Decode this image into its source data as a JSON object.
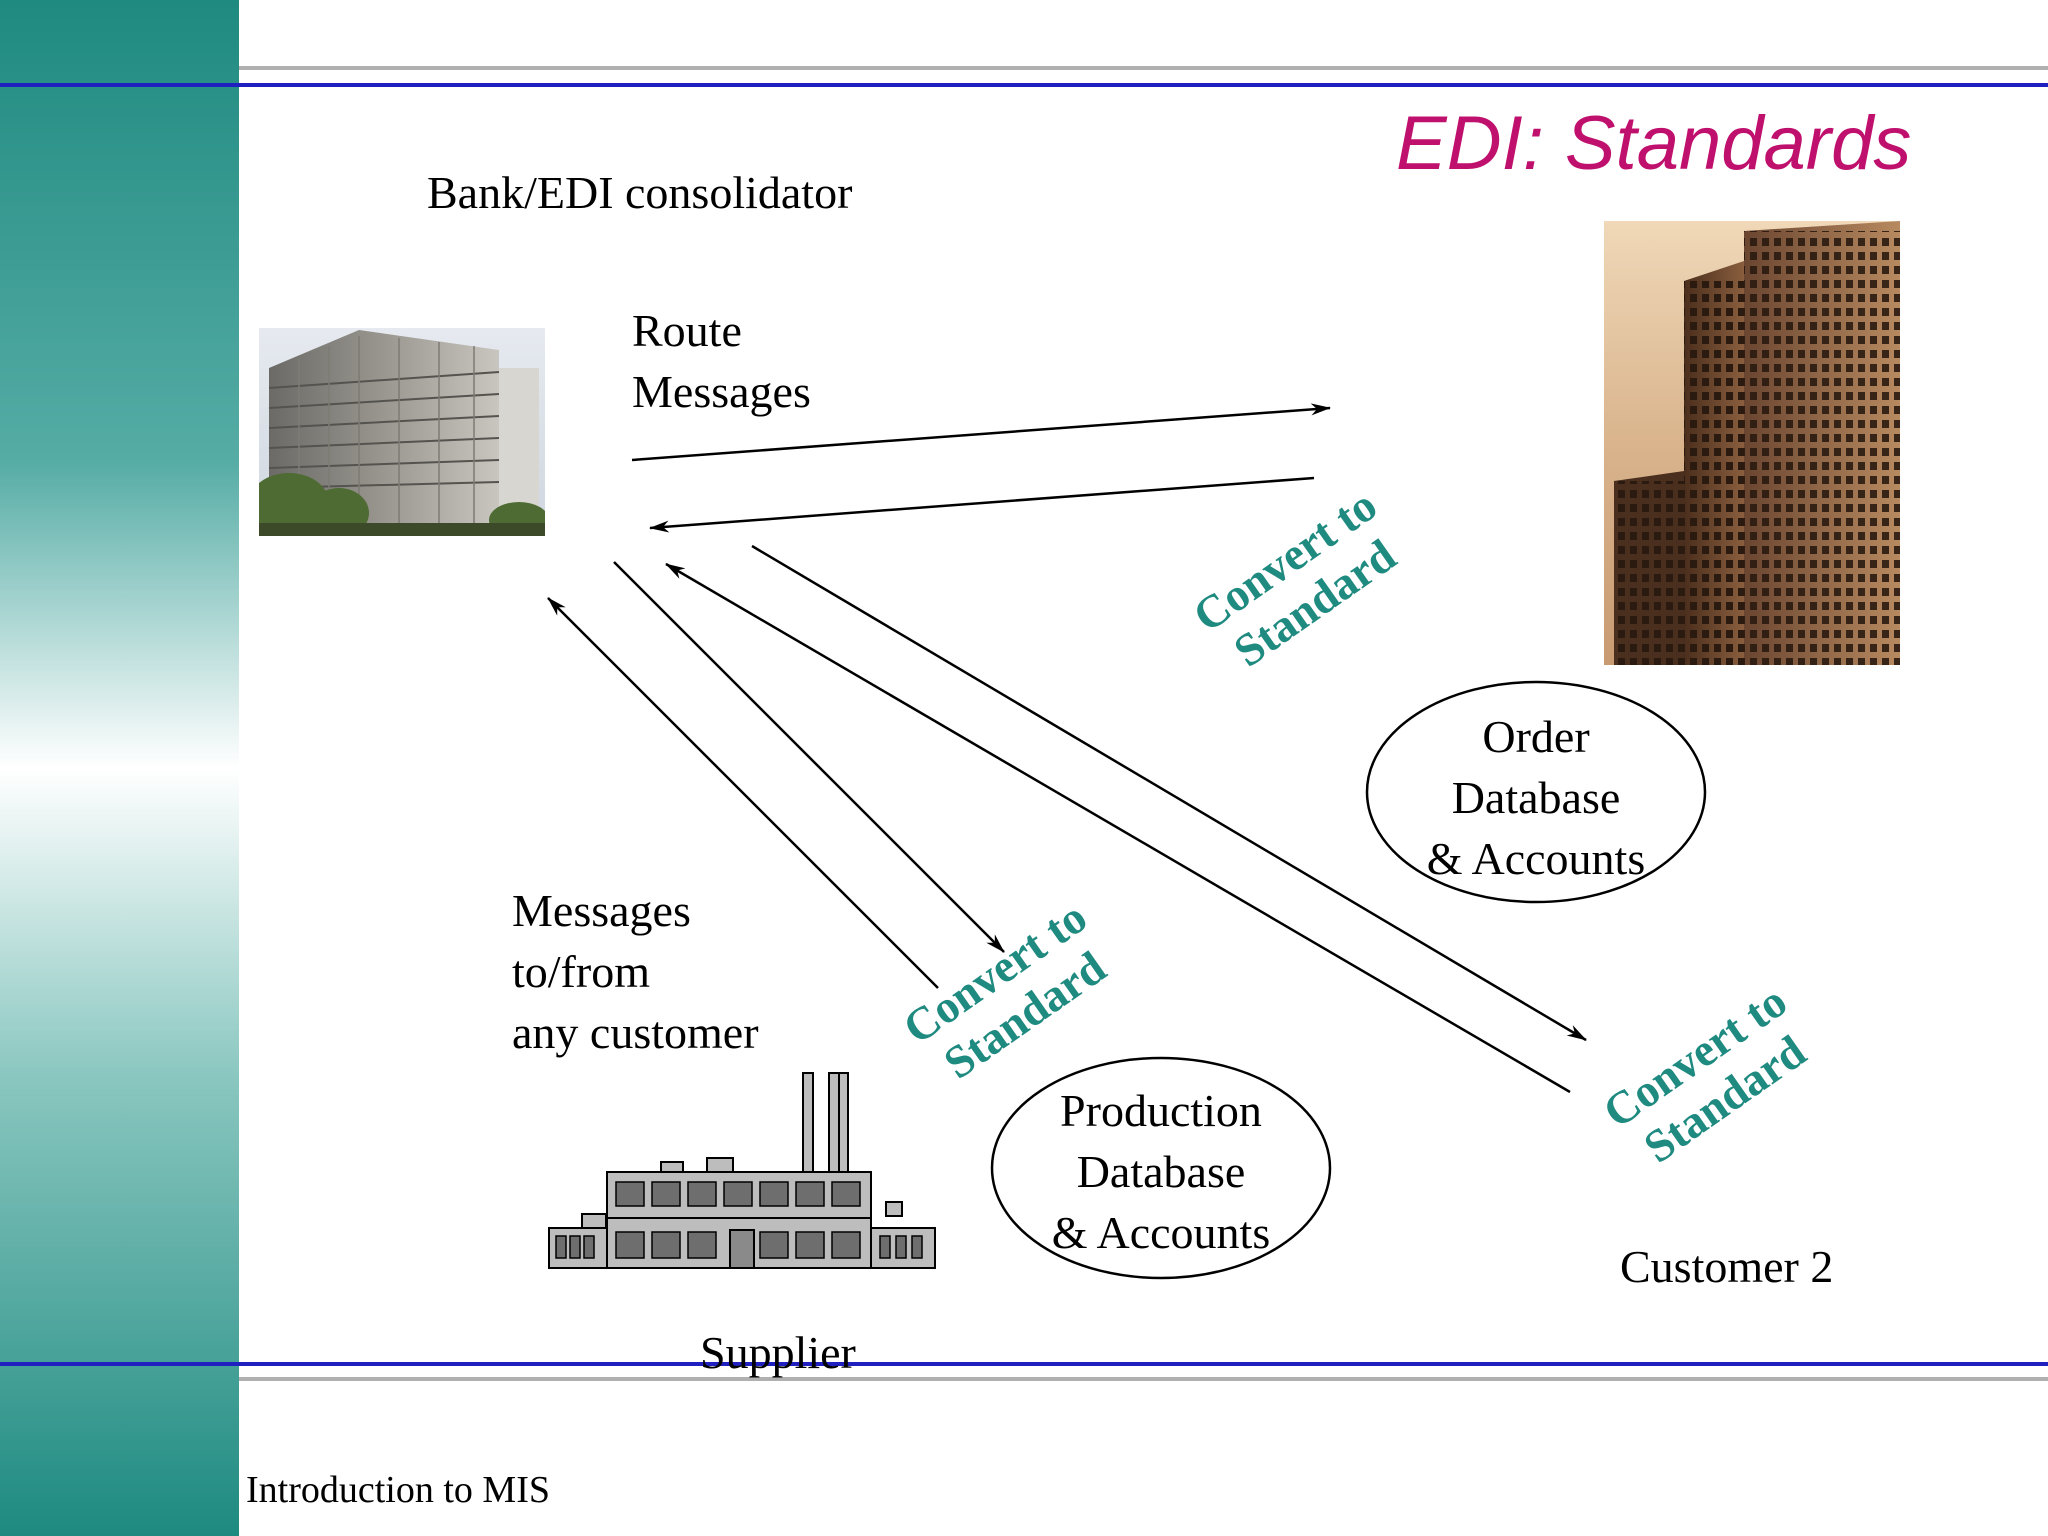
{
  "slide": {
    "title": "EDI:  Standards",
    "footer": "Introduction to MIS",
    "accent_color": "#c0106e",
    "teal_color": "#1f8a80",
    "rule_blue": "#2020c0",
    "rule_gray": "#b0b0b0"
  },
  "labels": {
    "bank_consolidator": "Bank/EDI consolidator",
    "route_messages": [
      "Route",
      "Messages"
    ],
    "messages_any_customer": [
      "Messages",
      "to/from",
      "any customer"
    ],
    "supplier": "Supplier",
    "customer2": "Customer 2",
    "convert_to_standard": [
      "Convert to",
      "Standard"
    ],
    "order_db": [
      "Order",
      "Database",
      "& Accounts"
    ],
    "production_db": [
      "Production",
      "Database",
      "& Accounts"
    ]
  },
  "images": {
    "bank_building": "office-building-photo",
    "customer_building": "skyscraper-photo",
    "supplier_factory": "factory-icon"
  }
}
